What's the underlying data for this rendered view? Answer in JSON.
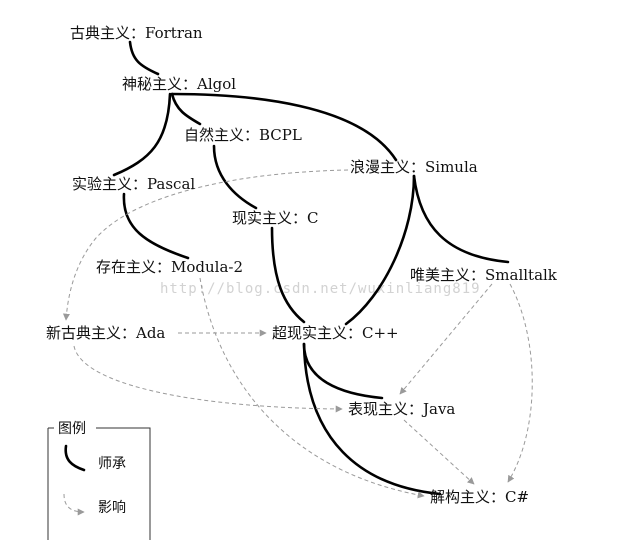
{
  "nodes": {
    "fortran": "古典主义：Fortran",
    "algol": "神秘主义：Algol",
    "bcpl": "自然主义：BCPL",
    "simula": "浪漫主义：Simula",
    "pascal": "实验主义：Pascal",
    "c": "现实主义：C",
    "modula2": "存在主义：Modula-2",
    "smalltalk": "唯美主义：Smalltalk",
    "ada": "新古典主义：Ada",
    "cpp": "超现实主义：C++",
    "java": "表现主义：Java",
    "csharp": "解构主义：C#"
  },
  "legend": {
    "title": "图例",
    "mentor_label": "师承",
    "influence_label": "影响"
  },
  "watermark": "http://blog.csdn.net/wuxinliang819",
  "colors": {
    "mentor_edge": "#000000",
    "influence_edge": "#9a9a9a",
    "text": "#111111",
    "watermark": "#d2d2d2"
  }
}
